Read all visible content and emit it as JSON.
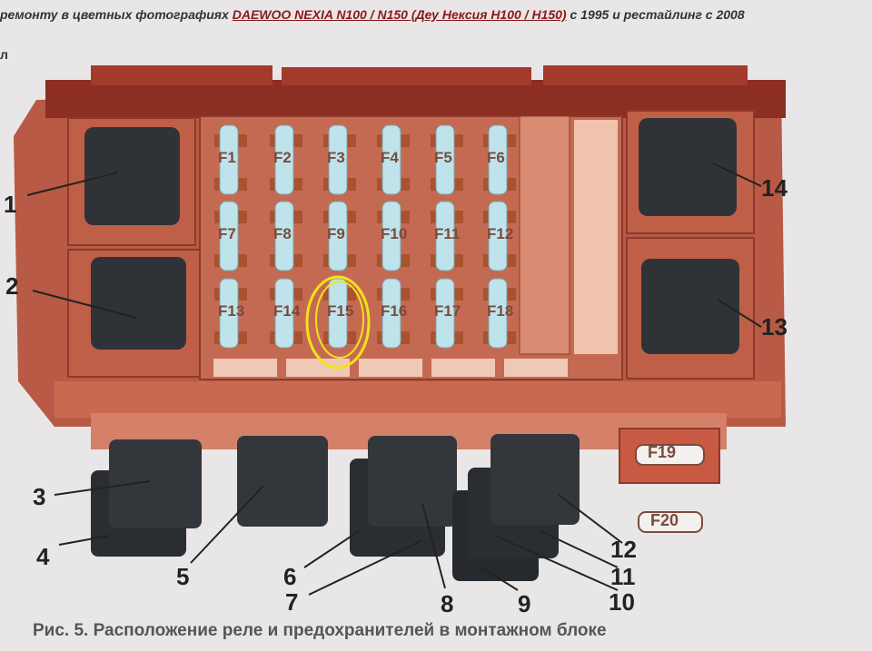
{
  "header": {
    "prefix": "ремонту в цветных фотографиях ",
    "link": "DAEWOO NEXIA N100 / N150 (Деу Нексия Н100 / Н150)",
    "suffix": " с 1995 и рестайлинг с 2008",
    "line2": "л"
  },
  "caption": "Рис. 5. Расположение реле и предохранителей в монтажном блоке",
  "fuses": {
    "row1": [
      "F1",
      "F2",
      "F3",
      "F4",
      "F5",
      "F6"
    ],
    "row2": [
      "F7",
      "F8",
      "F9",
      "F10",
      "F11",
      "F12"
    ],
    "row3": [
      "F13",
      "F14",
      "F15",
      "F16",
      "F17",
      "F18"
    ],
    "f19": "F19",
    "f20": "F20"
  },
  "callouts": [
    "1",
    "2",
    "3",
    "4",
    "5",
    "6",
    "7",
    "8",
    "9",
    "10",
    "11",
    "12",
    "13",
    "14"
  ],
  "colors": {
    "housing": "#b34f3a",
    "housing_dark": "#8c2e22",
    "relay": "#2f3338",
    "fuse": "#bfe3ea",
    "highlight": "#f2e21a"
  }
}
